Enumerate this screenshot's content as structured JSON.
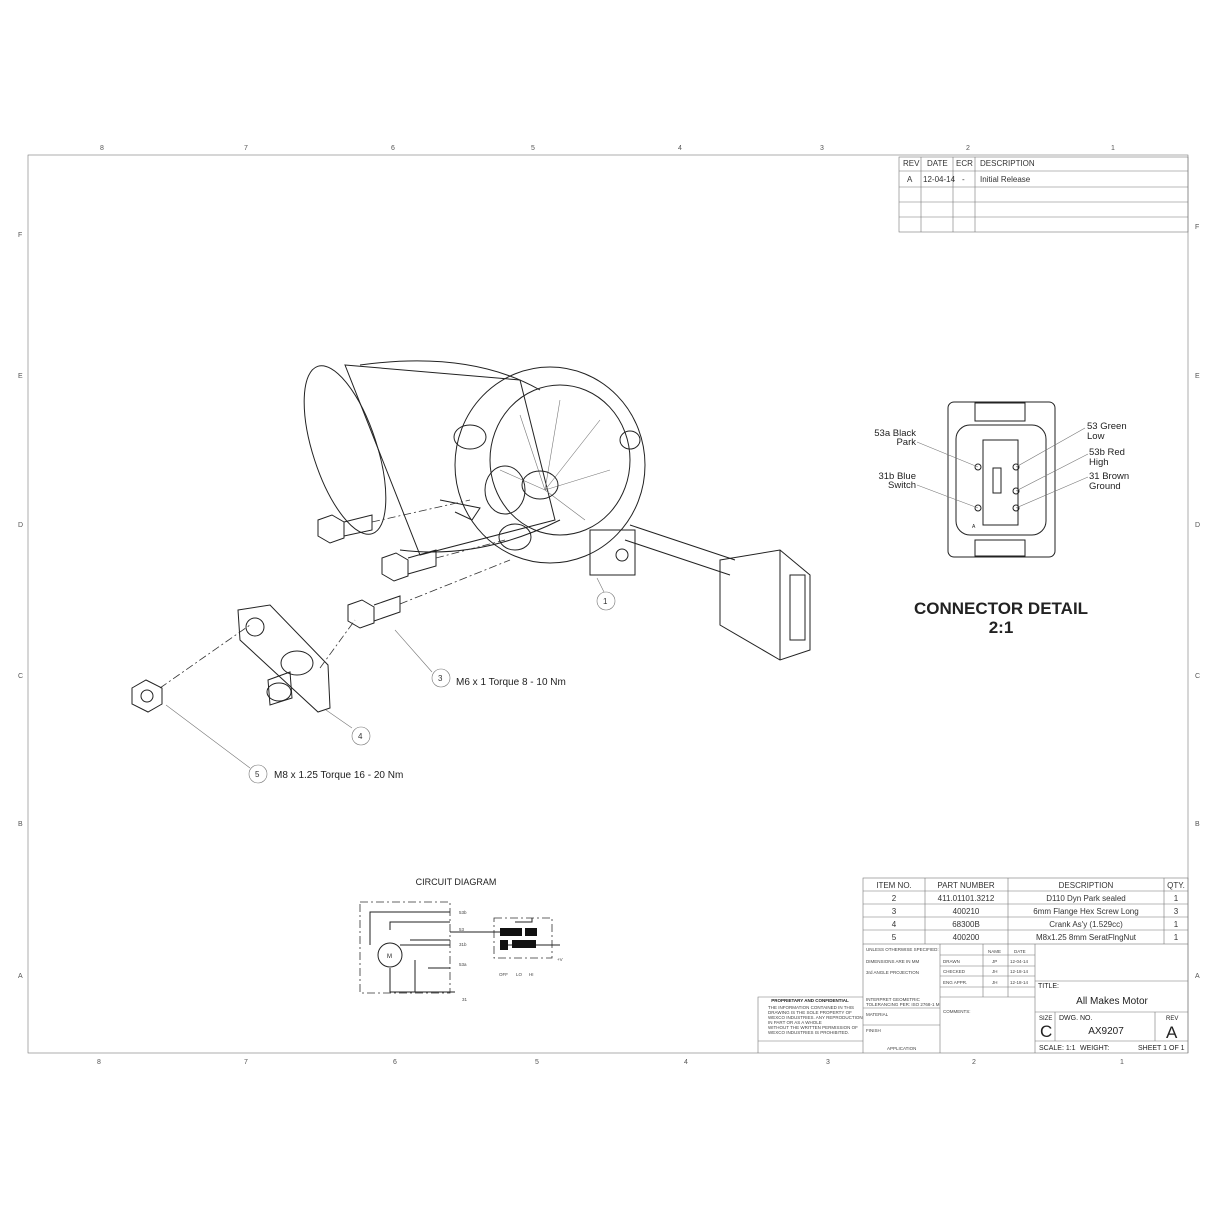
{
  "zones": {
    "cols": [
      "8",
      "7",
      "6",
      "5",
      "4",
      "3",
      "2",
      "1"
    ],
    "rows": [
      "F",
      "E",
      "D",
      "C",
      "B",
      "A"
    ]
  },
  "revision_table": {
    "headers": [
      "REV",
      "DATE",
      "ECR",
      "DESCRIPTION"
    ],
    "rows": [
      [
        "A",
        "12-04-14",
        "-",
        "Initial Release"
      ]
    ]
  },
  "callouts": {
    "b1": "1",
    "b3": "3",
    "b4": "4",
    "b5": "5",
    "note3": "M6 x 1 Torque 8 - 10 Nm",
    "note5": "M8 x 1.25 Torque 16 - 20 Nm"
  },
  "connector": {
    "title": "CONNECTOR DETAIL",
    "scale": "2:1",
    "pins": [
      {
        "l1": "53a Black",
        "l2": "Park"
      },
      {
        "l1": "31b Blue",
        "l2": "Switch"
      },
      {
        "l1": "53 Green",
        "l2": "Low"
      },
      {
        "l1": "53b Red",
        "l2": "High"
      },
      {
        "l1": "31 Brown",
        "l2": "Ground"
      }
    ],
    "mark_a": "A"
  },
  "circuit": {
    "title": "CIRCUIT DIAGRAM",
    "terminals": [
      "53b",
      "53",
      "31b",
      "53a",
      "31"
    ],
    "motor": "M",
    "positions": [
      "OFF",
      "LO",
      "HI"
    ],
    "supply": "+V"
  },
  "bom": {
    "headers": [
      "ITEM NO.",
      "PART NUMBER",
      "DESCRIPTION",
      "QTY."
    ],
    "rows": [
      [
        "2",
        "411.01101.3212",
        "D110 Dyn Park sealed",
        "1"
      ],
      [
        "3",
        "400210",
        "6mm Flange Hex Screw Long",
        "3"
      ],
      [
        "4",
        "68300B",
        "Crank As'y (1.529cc)",
        "1"
      ],
      [
        "5",
        "400200",
        "M8x1.25 8mm SeratFlngNut",
        "1"
      ]
    ]
  },
  "title_block": {
    "unless": "UNLESS OTHERWISE SPECIFIED:",
    "dims": "DIMENSIONS ARE IN MM",
    "proj": "3rd ANGLE PROJECTION",
    "name_h": "NAME",
    "date_h": "DATE",
    "drawn": "DRAWN",
    "drawn_name": "JP",
    "drawn_date": "12-04-14",
    "checked": "CHECKED",
    "checked_name": "JH",
    "checked_date": "12-18-14",
    "eng": "ENG APPR.",
    "eng_name": "JH",
    "eng_date": "12-18-14",
    "interpret1": "INTERPRET GEOMETRIC",
    "interpret2": "TOLERANCING PER: ISO 2768-1 M",
    "material": "MATERIAL",
    "finish": "FINISH",
    "application": "APPLICATION",
    "comments": "COMMENTS:",
    "title_label": "TITLE:",
    "title": "All Makes Motor",
    "size_label": "SIZE",
    "size": "C",
    "dwg_label": "DWG.  NO.",
    "dwg_no": "AX9207",
    "rev_label": "REV",
    "rev": "A",
    "scale": "SCALE: 1:1",
    "weight": "WEIGHT:",
    "sheet": "SHEET 1 OF 1",
    "prop_title": "PROPRIETARY AND CONFIDENTIAL",
    "prop_lines": [
      "THE INFORMATION CONTAINED IN THIS",
      "DRAWING IS THE SOLE PROPERTY OF",
      "WEXCO INDUSTRIES.  ANY REPRODUCTION",
      "IN PART OR AS A WHOLE",
      "WITHOUT THE WRITTEN PERMISSION OF",
      "WEXCO INDUSTRIES IS PROHIBITED."
    ]
  }
}
